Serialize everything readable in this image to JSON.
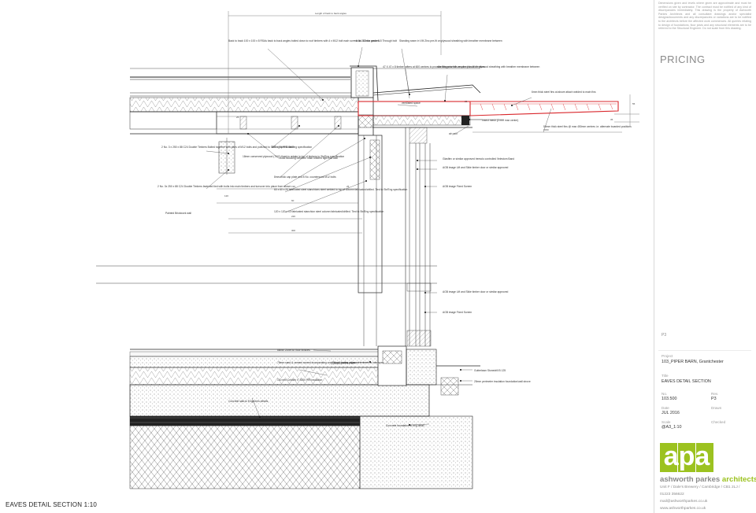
{
  "disclaimer": "Dimensions given and levels where given are approximate and must be verified on site by contractor. The contract must be notified of any kind of discrepancies immediately. This drawing is the property of Ashworth Parkes Architects and all consultant drawings and/or specialist designs/documents and any discrepancies or variations are to be notified to the architects before the affected work commences. All queries relating to design of foundations, floor joists and any structural elements are to be referred to the Structural Engineer. Do not scale from this drawing.",
  "status": "PRICING",
  "revision_mark": "P3",
  "titleblock": {
    "project_label": "Project",
    "project_value": "103_PIPER BARN, Grantchester",
    "title_label": "Title",
    "title_value": "EAVES DETAIL SECTION",
    "no_label": "No.",
    "no_value": "103.500",
    "rev_label": "Rev.",
    "rev_value": "P3",
    "date_label": "Date",
    "date_value": "JUL 2016",
    "drawn_label": "Drawn",
    "scale_label": "Scale",
    "scale_value": "@A3_1:10",
    "checked_label": "Checked"
  },
  "company": {
    "logo_text": "apa",
    "name_part1": "ashworth parkes ",
    "name_part2": "architects",
    "address": "Unit F / Dale's Brewery / Cambridge / CB1 2LJ /",
    "phone": "01223 356622",
    "email": "mail@ashworthparkes.co.uk",
    "web": "www.ashworthparkes.co.uk"
  },
  "sheet_caption": "EAVES DETAIL SECTION 1:10",
  "colors": {
    "accent_green": "#9cc220",
    "redline": "#d9262b",
    "grey_text": "#8a8a8a"
  },
  "annotations": {
    "back_angle": "Length of back to back angles",
    "bolted_angles": "Back to back 100 x 100 x 8 RSAs back to back angles bolted down to roof timbers with 4 x M12 bolt each screws at 300mm centres",
    "through_bolt": "6 No. 12 dia grade 8.8 Through bolt",
    "standing_seam": "Standing seam in VM Zinc pre-fit on plywood sheathing with breather membrane between",
    "rafters": "47 X 47 x 8 timber rafters at 600 centres to provide fixings to falls required to suit finishes",
    "standing_seam_2": "standing seam in vm zinc plus fit on plywood sheathing with breather membrane between",
    "ventilated_space": "ventilated space",
    "steel_fins": "6mm thick steel fins at above attach welded to main fins",
    "timber_fins": "50mm thick steel fins @ max 450mm centres i.e. alternate boarded positions",
    "insect_mesh": "Insect mesh (2 mm max centre)",
    "air_path": "air path",
    "double_timbers": "2 No. 3 x 250 x 88 C24 Double Timbers Bolted together with pairs of M12 bolts and polished to Str/Eng specification",
    "pfc": "300 x 90 PFC Str/Eng specification",
    "plywood": "18mm conserved plywood (7IIIC) fixed to rebate in top of timbers to Str/Eng specification",
    "blocking": "Solid Blocking between main timbers tight into wall",
    "cap_plate": "8mm thick cap plate and 8 No. countersunk M12 bolts",
    "stanchion_1": "60 x 60 x 20 fabricated steel stanchions steel welded to top of column fabricated/drilled. Tied to Str/Eng specification",
    "stanchion_2": "120 x 120 x 10 fabricated stanchion steel column fabricated/drilled. Tied to Str/Eng specification",
    "double_timbers_2": "2 No. 3x 250 x 88 C24 Double Timbers fastened tied with bolts into main timbers and turnover into place from above",
    "brickwork": "Painted Brickwork wall",
    "glazing_1": "Glasflex or similar approved tremolo controlled Velestom Band",
    "glazing_2": "AGB image Lift and Slide timber door or similar approved",
    "glazing_3": "AGB image Fixed Screen",
    "glazing_4": "AGB image Lift and Slide timber door or similar approved",
    "glazing_5": "AGB image Fixed Screen",
    "floor_zone": "68mm Zone for floor finishes",
    "screed": "75mm sand & cement screed incorporating underfloor heating pipes",
    "trench_heater": "Trench heater adjacent to doors to infer spec",
    "insulation": "100 mm Celotex IT 4000 PIR insulation",
    "slab": "Concrete slab to Engineers details",
    "foundation": "Concrete foundation to eng detail",
    "channel": "Gutterlawn Stonedrill B 125",
    "perimeter_ins": "25mm perimeter insulation foundation/wall strove"
  },
  "dimensions": {
    "d1": "25",
    "d2": "190",
    "d3": "25",
    "d4": "1060",
    "d5": "60",
    "d6": "35",
    "d7": "300",
    "d8": "120",
    "d9": "55",
    "d10": "220",
    "d11": "25"
  }
}
